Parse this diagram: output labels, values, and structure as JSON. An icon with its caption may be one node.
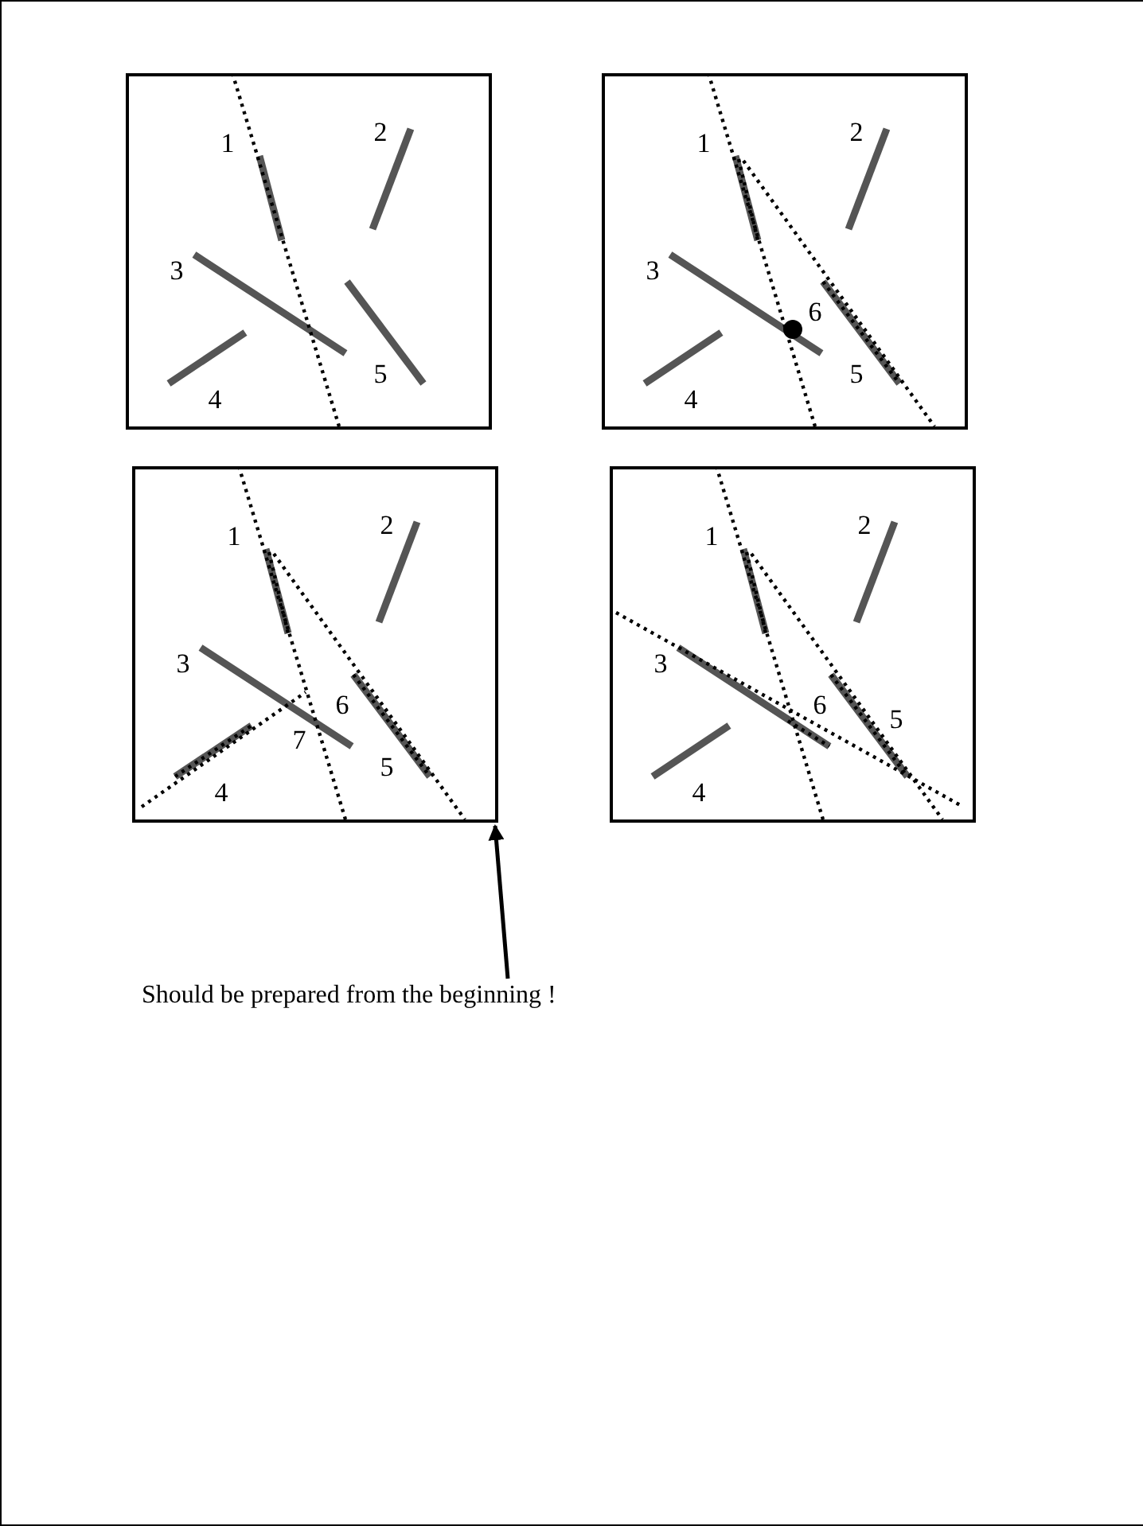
{
  "diagram": {
    "nodes": [
      {
        "text": [
          "1",
          "2",
          "3",
          "4",
          "5"
        ]
      },
      {
        "text": [
          "1",
          "2",
          "3",
          "6",
          "4",
          "5"
        ]
      },
      {
        "text": [
          "1",
          "2",
          "3",
          "6",
          "7",
          "4",
          "5"
        ]
      },
      {
        "text": [
          "1",
          "2",
          "3",
          "6",
          "5",
          "4"
        ]
      },
      {
        "text": [
          "Should be prepared from the beginning !"
        ]
      }
    ],
    "edges": [
      {
        "from": 4,
        "to": 2,
        "arrow": "to"
      }
    ]
  }
}
